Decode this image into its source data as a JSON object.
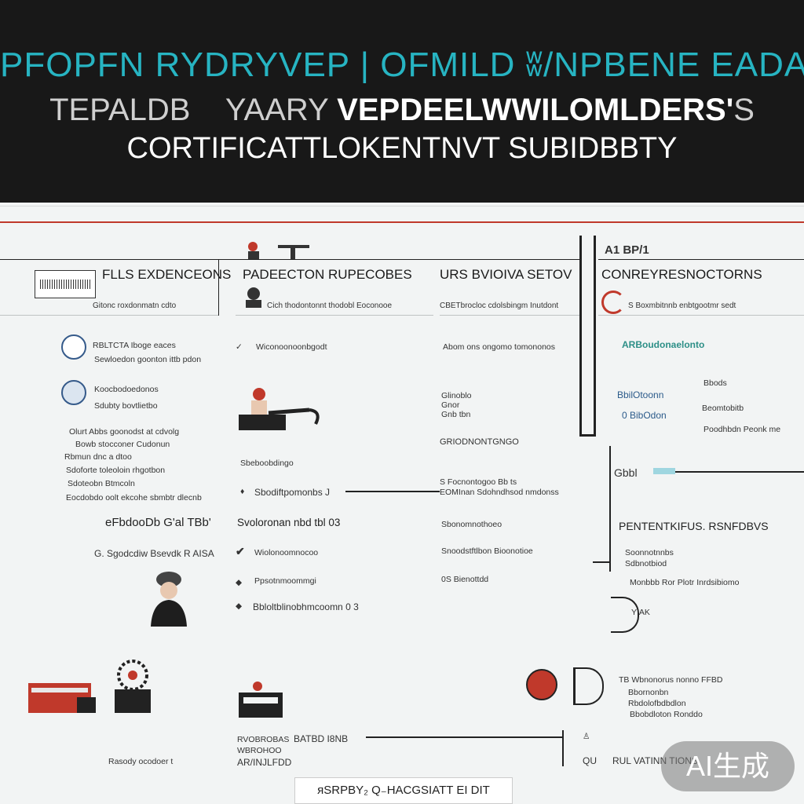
{
  "header": {
    "line1": "PFOPFN RYDRYVEP | OFMILD ʬ/NPBENE EADAIB",
    "line2_a": "TEPALDB",
    "line2_b": "YAARY",
    "line2_c": "VEPDEELWWILOMLDERS'",
    "line2_d": "S",
    "line3": "CORTIFICATTLOKENTNVT SUBIDBBTY"
  },
  "columns": [
    {
      "title": "FLLS EXDENCEONS",
      "sub": "Gitonc roxdonmatn cdto"
    },
    {
      "title": "PADEECTON RUPECOBES",
      "sub": "Cich thodontonnt thodobl Eoconooe"
    },
    {
      "title": "URS BVIOIVA SETOV",
      "sub": "CBETbrocloc cdolsbingm Inutdont"
    },
    {
      "title": "CONREYRESNOCTORNS",
      "sub": "S Boxmbitnnb enbtgootmr sedt"
    }
  ],
  "col1": {
    "item1_a": "RBLTCTA Iboge eaces",
    "item1_b": "Sewloedon goonton ittb pdon",
    "item2_a": "Koocbodoedonos",
    "item2_b": "Sdubty bovtlietbo",
    "para": [
      "Olurt Abbs goonodst at cdvolg",
      "Bowb stocconer Cudonun",
      "Rbmun dnc a dtoo",
      "Sdoforte toleoloin rhgotbon",
      "Sdoteobn Btmcoln",
      "Eocdobdo oolt ekcohe sbmbtr dlecnb"
    ],
    "stamp": "eFbdooDb G'al TBb'",
    "sign": "G. Sgodcdiw Bsevdk R AISA",
    "bottom": "Rasody ocodoer t"
  },
  "col2": {
    "b1": "Wiconoonoonbgodt",
    "b2": "Sbeboobdingo",
    "b3": "Sbodiftpomonbs J",
    "b4": "Svoloronan nbd tbl 03",
    "b5": "Wiolonoomnocoo",
    "b6": "Ppsotnmoommgi",
    "b7": "Bbloltblinobhmcoomn 0 3",
    "bot_a": "RVOBROBAS",
    "bot_b": "BATBD I8NB",
    "bot_c": "WBROHOO",
    "bot_d": "AR/INJLFDD"
  },
  "col3": {
    "b1": "Abom ons ongomo tomononos",
    "b2_a": "Glinoblo",
    "b2_b": "Gnor",
    "b2_c": "Gnb tbn",
    "b3": "GRIODNONTGNGO",
    "b4_a": "S Focnontogoo Bb ts",
    "b4_b": "EOMInan Sdohndhsod nmdonss",
    "b5": "Sbonomnothoeo",
    "b6": "Snoodstftlbon Bioonotioe",
    "b7": "0S Bienottdd"
  },
  "col4": {
    "top": "A1 BP/1",
    "bar": "ARBoudonaelonto",
    "b1": "BbilOtoonn",
    "b1r": "Bbods",
    "b2": "0 BibOdon",
    "b2r": "Beomtobitb",
    "b3r": "Poodhbdn Peonk me",
    "b4": "Gbbl",
    "sec": "PENTENTKIFUS. RSNFDBVS",
    "s1_a": "Soonnotnnbs",
    "s1_b": "Sdbnotbiod",
    "s2": "Monbbb Ror Plotr Inrdsibiomo",
    "s3": "Y!AK",
    "p1": "TB Wbnonorus nonno FFBD",
    "p2": "Bbornonbn",
    "p3": "Rbdolofbdbdlon",
    "p4": "Bbobdloton Ronddo",
    "end": "RUL VATINN TIONS",
    "end_pre": "QU"
  },
  "footer": "ᴙSRPBY₂ Q₋HACGSIATT EI DIT",
  "watermark": "AI生成",
  "colors": {
    "header_bg": "#181818",
    "accent_teal": "#27b4c2",
    "red_line": "#c0392b"
  }
}
